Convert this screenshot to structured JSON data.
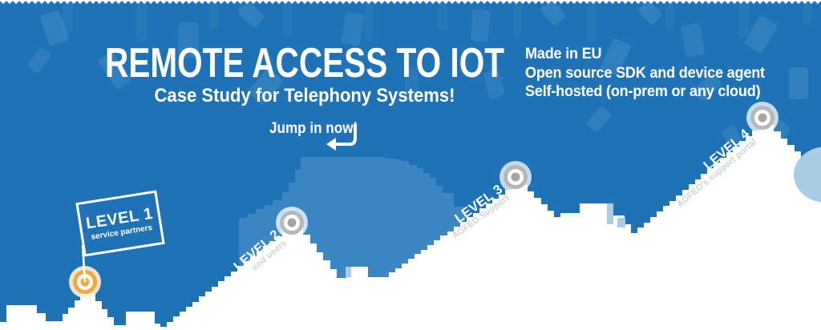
{
  "hero": {
    "title": "REMOTE ACCESS TO IOT",
    "subtitle": "Case Study for Telephony Systems!",
    "cta": "Jump in now!",
    "features": [
      "Made in EU",
      "Open source SDK and device agent",
      "Self-hosted (on-prem or any cloud)"
    ]
  },
  "levels": [
    {
      "name": "LEVEL 1",
      "sub": "service partners",
      "marker_color": "#f7a63f"
    },
    {
      "name": "LEVEL 2",
      "sub": "end users",
      "marker_color": "#b5b8ba"
    },
    {
      "name": "LEVEL 3",
      "sub": "AGFEO Support",
      "marker_color": "#b5b8ba"
    },
    {
      "name": "LEVEL 4",
      "sub": "AGFEO's support portal",
      "marker_color": "#b5b8ba"
    }
  ],
  "colors": {
    "background_blue": "#1e72b5",
    "device_shape_blue": "#6ea6d6",
    "mid_mountain_blue": "#3c86c3",
    "pale_blue": "#a9cbe4",
    "mountain_white": "#ffffff",
    "level1_halo_cream": "rgba(252,240,214,0.92)",
    "gray_halo": "rgba(255,255,255,0.75)",
    "gray_marker_dot": "#a3a6a8",
    "orange_marker_dot": "#f7a63f"
  }
}
